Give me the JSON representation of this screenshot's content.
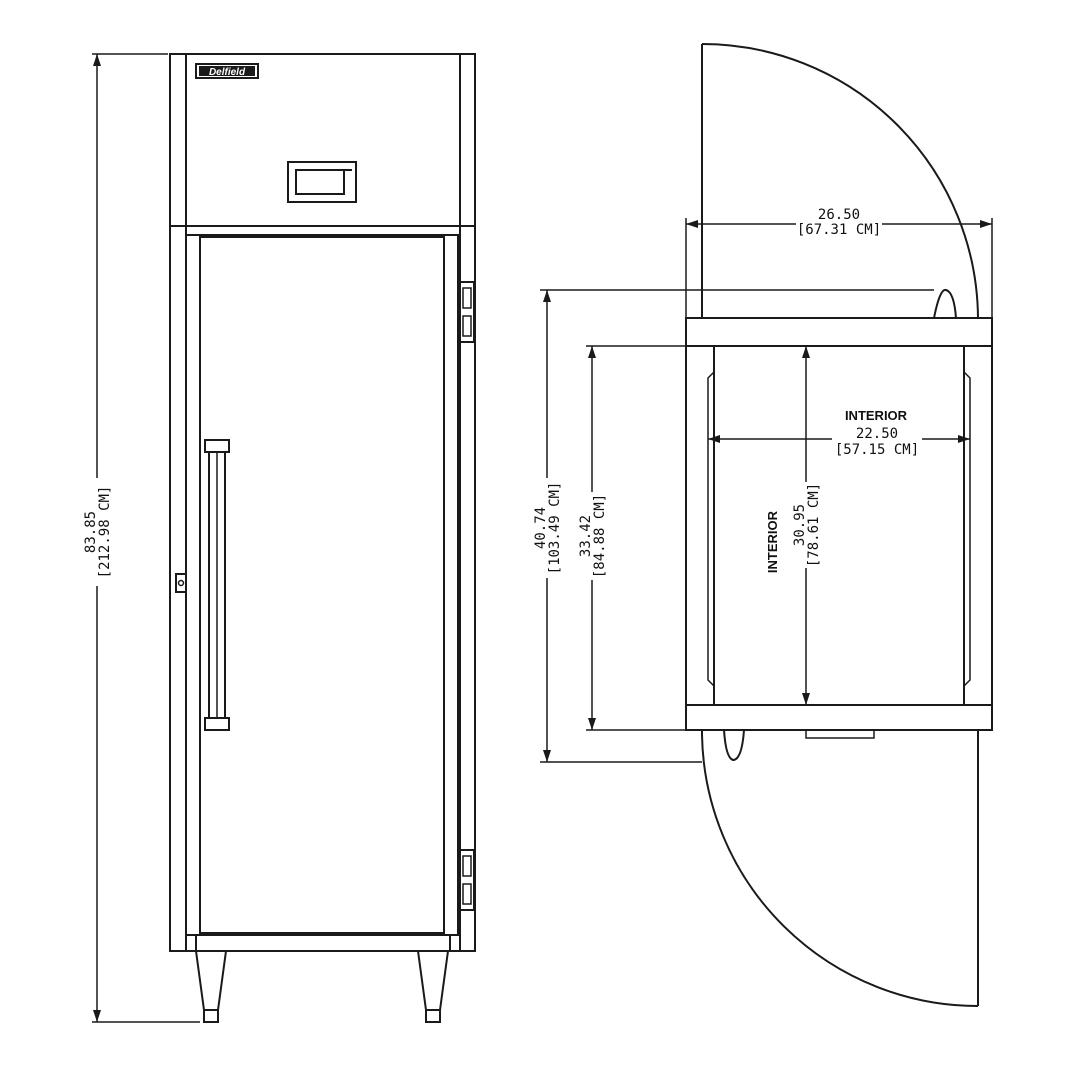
{
  "brand": {
    "logo_text": "Delfield"
  },
  "front_view": {
    "height": {
      "inches": "83.85",
      "cm": "[212.98 CM]"
    }
  },
  "top_view": {
    "overall_width": {
      "inches": "26.50",
      "cm": "[67.31 CM]"
    },
    "interior_width": {
      "label": "INTERIOR",
      "inches": "22.50",
      "cm": "[57.15 CM]"
    },
    "overall_depth": {
      "inches": "40.74",
      "cm": "[103.49 CM]"
    },
    "cabinet_depth": {
      "inches": "33.42",
      "cm": "[84.88 CM]"
    },
    "interior_depth": {
      "label": "INTERIOR",
      "inches": "30.95",
      "cm": "[78.61 CM]"
    }
  },
  "colors": {
    "ink": "#1a1a1a",
    "background": "#ffffff"
  }
}
